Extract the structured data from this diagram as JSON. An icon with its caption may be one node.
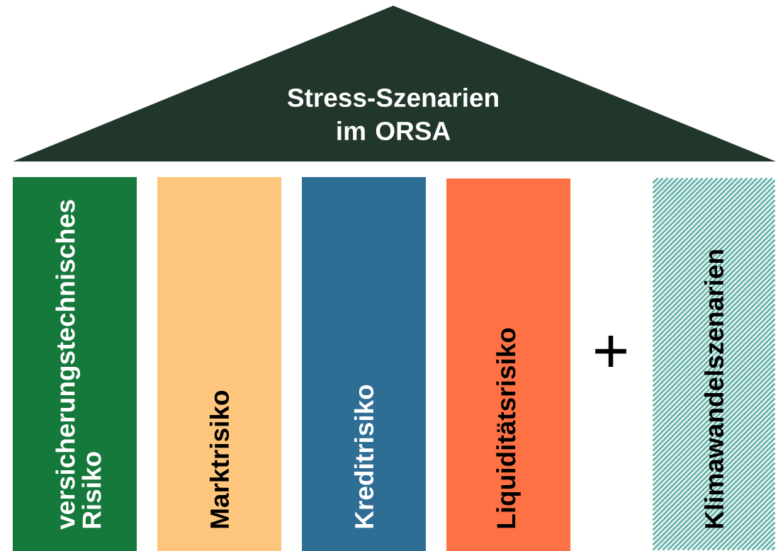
{
  "diagram": {
    "nodes": [
      {
        "text": [
          "Stress-Szenarien im ORSA"
        ]
      },
      {
        "text": [
          "versicherungstechnisches Risiko"
        ]
      },
      {
        "text": [
          "Marktrisiko"
        ]
      },
      {
        "text": [
          "Kreditrisiko"
        ]
      },
      {
        "text": [
          "Liquiditätsrisiko"
        ]
      },
      {
        "text": [
          "Klimawandelszenarien"
        ]
      }
    ],
    "labels": [
      "+"
    ]
  }
}
